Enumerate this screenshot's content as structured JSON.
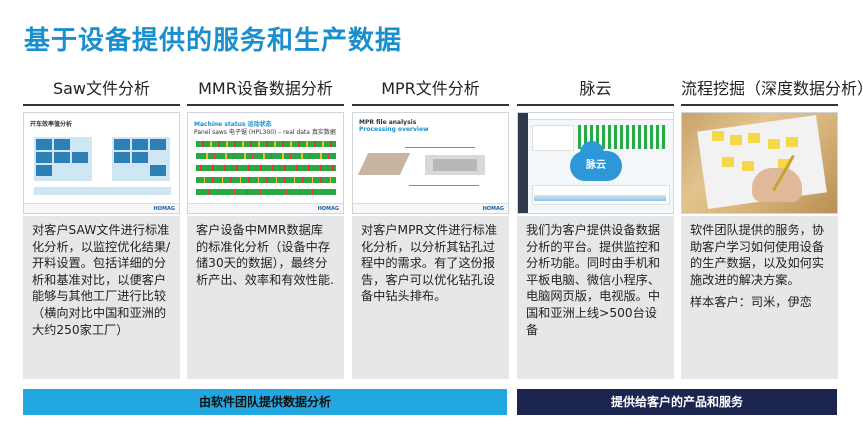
{
  "page": {
    "title": "基于设备提供的服务和生产数据"
  },
  "columns": [
    {
      "heading": "Saw文件分析",
      "thumb_title": "开车效率值分析",
      "thumb_footer": "HOMAG",
      "description": [
        "对客户SAW文件进行标准化分析，以监控优化结果/开料设置。包括详细的分析和基准对比，以便客户能够与其他工厂进行比较（横向对比中国和亚洲的大约250家工厂）"
      ]
    },
    {
      "heading": "MMR设备数据分析",
      "thumb_title": "Machine status 运动状态",
      "thumb_subtitle": "Panel saws 电子锯 (HPL300) – real data 真实数据",
      "thumb_footer": "HOMAG",
      "description": [
        "客户设备中MMR数据库的标准化分析（设备中存储30天的数据），最终分析产出、效率和有效性能."
      ]
    },
    {
      "heading": "MPR文件分析",
      "thumb_title": "MPR file analysis",
      "thumb_subtitle": "Processing overview",
      "thumb_footer": "HOMAG",
      "description": [
        "对客户MPR文件进行标准化分析，以分析其钻孔过程中的需求。有了这份报告，客户可以优化钻孔设备中钻头排布。"
      ]
    },
    {
      "heading": "脉云",
      "thumb_cloud_label": "脉云",
      "description": [
        "我们为客户提供设备数据分析的平台。提供监控和分析功能。同时由手机和平板电脑、微信小程序、电脑网页版，电视版。中国和亚洲上线>500台设备"
      ]
    },
    {
      "heading": "流程挖掘（深度数据分析）",
      "description": [
        "软件团队提供的服务，协助客户学习如何使用设备的生产数据，以及如何实施改进的解决方案。",
        "样本客户：司米，伊恋"
      ]
    }
  ],
  "bands": {
    "left": "由软件团队提供数据分析",
    "right": "提供给客户的产品和服务"
  }
}
